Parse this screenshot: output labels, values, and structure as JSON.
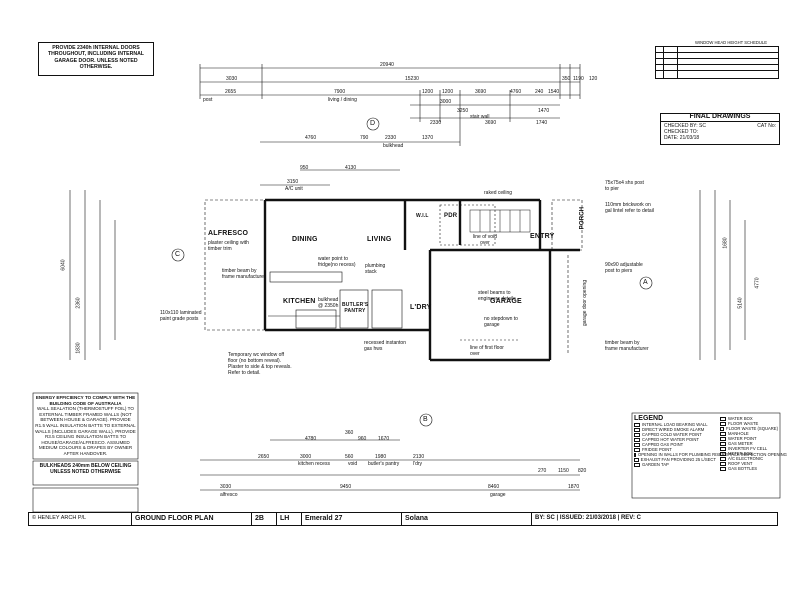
{
  "notes": {
    "internal_doors": "PROVIDE 2340h INTERNAL DOORS THROUGHOUT, INCLUDING INTERNAL GARAGE DOOR. UNLESS NOTED OTHERWISE.",
    "energy_title": "ENERGY EFFICIENCY TO COMPLY WITH THE BUILDING CODE OF AUSTRALIA",
    "energy_body": "WALL SEALATION (THERMOSTUFF FOIL) TO EXTERNAL TIMBER FRAMED WALLS (NOT BETWEEN HOUSE & GARAGE). PROVIDE R1.5 WALL INSULATION BATTS TO EXTERNAL WALLS (INCLUDES GARAGE WALL). PROVIDE R3.5 CEILING INSULATION BATTS TO HOUSE/GARAGE/ALFRESCO. ASSUMED MEDIUM COLOURS & DRAPES BY OWNER AFTER HANDOVER.",
    "bulkheads": "BULKHEADS 240mm BELOW CEILING UNLESS NOTED OTHERWISE"
  },
  "final_box": {
    "title": "FINAL DRAWINGS",
    "checked_by": "CHECKED BY: SC",
    "checked_to": "CHECKED TO:",
    "date": "DATE:",
    "date_val": "21/03/18",
    "cat": "CAT No:"
  },
  "schedule_title": "WINDOW HEAD HEIGHT SCHEDULE",
  "rooms": {
    "alfresco": "ALFRESCO",
    "alfresco_note": "plaster ceiling with timber trim",
    "dining": "DINING",
    "living": "LIVING",
    "kitchen": "KITCHEN",
    "butlers": "BUTLER'S PANTRY",
    "ldry": "L'DRY",
    "garage": "GARAGE",
    "entry": "ENTRY",
    "wil": "W.I.L",
    "pdr": "PDR",
    "porch": "PORCH"
  },
  "annotations": {
    "raked_ceiling": "raked ceiling",
    "void_over": "line of void over",
    "water_point": "water point to fridge(no recess)",
    "plumbing_stack": "plumbing stack",
    "timber_beam": "timber beam by frame manufacturer",
    "post": "110x110 laminated paint grade posts",
    "bulkhead": "bulkhead @ 2350h",
    "steel_beams": "steel beams to engineers details",
    "no_stepdown": "no stepdown to garage",
    "first_floor": "line of first floor over",
    "timber_beam_r": "timber beam by frame manufacturer",
    "adjustable_post": "90x90 adjustable post to piers",
    "brickwork": "110mm brickwork on gal lintel refer to detail",
    "ac_unit": "A/C unit",
    "temp_window": "Temporary wc window off floor (no bottom reveal). Plaster to side & top reveals. Refer to detail.",
    "recessed": "recessed instanton gas hws",
    "post_pier": "75x75x4 shs post to pier",
    "garage_door": "garage door opening"
  },
  "dims": {
    "overall": "20940",
    "d1": "3030",
    "d2": "15230",
    "d3": "350",
    "d4": "1190",
    "d5": "120",
    "d6": "2655",
    "d7": "7900",
    "d8": "1200",
    "d9": "1200",
    "d10": "3690",
    "d11": "4760",
    "d12": "240",
    "d13": "1540",
    "d14": "4760",
    "d15": "790",
    "d16": "2330",
    "d17": "1370",
    "d18": "3000",
    "d19": "3250",
    "d20": "1470",
    "d21": "2330",
    "d22": "3690",
    "d23": "1740",
    "d24": "950",
    "d25": "4130",
    "d26": "3150",
    "b1": "4780",
    "b2": "960",
    "b3": "1670",
    "b4": "360",
    "b5": "2650",
    "b6": "3000",
    "b7": "560",
    "b8": "1980",
    "b9": "2130",
    "b10": "270",
    "b11": "1150",
    "b12": "820",
    "b13": "3030",
    "b14": "9450",
    "b15": "8460",
    "b16": "1870",
    "lbl_living": "living / dining",
    "lbl_bulkhead": "bulkhead",
    "lbl_stair": "stair wall",
    "lbl_post": "post",
    "lbl_alfresco": "alfresco",
    "lbl_kitchen": "kitchen recess",
    "lbl_void": "void",
    "lbl_butler": "butler's pantry",
    "lbl_ldry": "l'dry",
    "lbl_garage": "garage",
    "l1": "6040",
    "l2": "2360",
    "l3": "1830",
    "r1": "4770",
    "r2": "5140",
    "r3": "1680"
  },
  "grid": {
    "a": "A",
    "b": "B",
    "c": "C",
    "d": "D"
  },
  "legend": {
    "title": "LEGEND",
    "items": [
      "INTERNAL LOAD BEARING WALL",
      "DIRECT WIRED SMOKE ALARM",
      "CAPPED COLD WATER POINT",
      "CAPPED HOT WATER POINT",
      "CAPPED GAS POINT",
      "FRIDGE POINT",
      "OPENING IN WALLS FOR PLUMBING RISER STACK INSPECTION OPENING",
      "EXHAUST FAN PROVIDING 25 L/SECT",
      "GARDEN TAP"
    ],
    "items_r": [
      "WATER BOX",
      "FLOOR WASTE",
      "FLOOR WASTE (SQUARE)",
      "MANHOLE",
      "WATER POINT",
      "GAS METER",
      "INVERTER FV CELL",
      "METER BOX",
      "A/C ELECTRONIC",
      "ROOF VENT",
      "GAS BOTTLES"
    ]
  },
  "footer": {
    "copyright": "© HENLEY ARCH P/L",
    "plan": "GROUND FLOOR PLAN",
    "code": "2B",
    "hand": "LH",
    "model": "Emerald 27",
    "facade": "Solana",
    "issue": "BY: SC | ISSUED: 21/03/2018 | REV: C"
  }
}
